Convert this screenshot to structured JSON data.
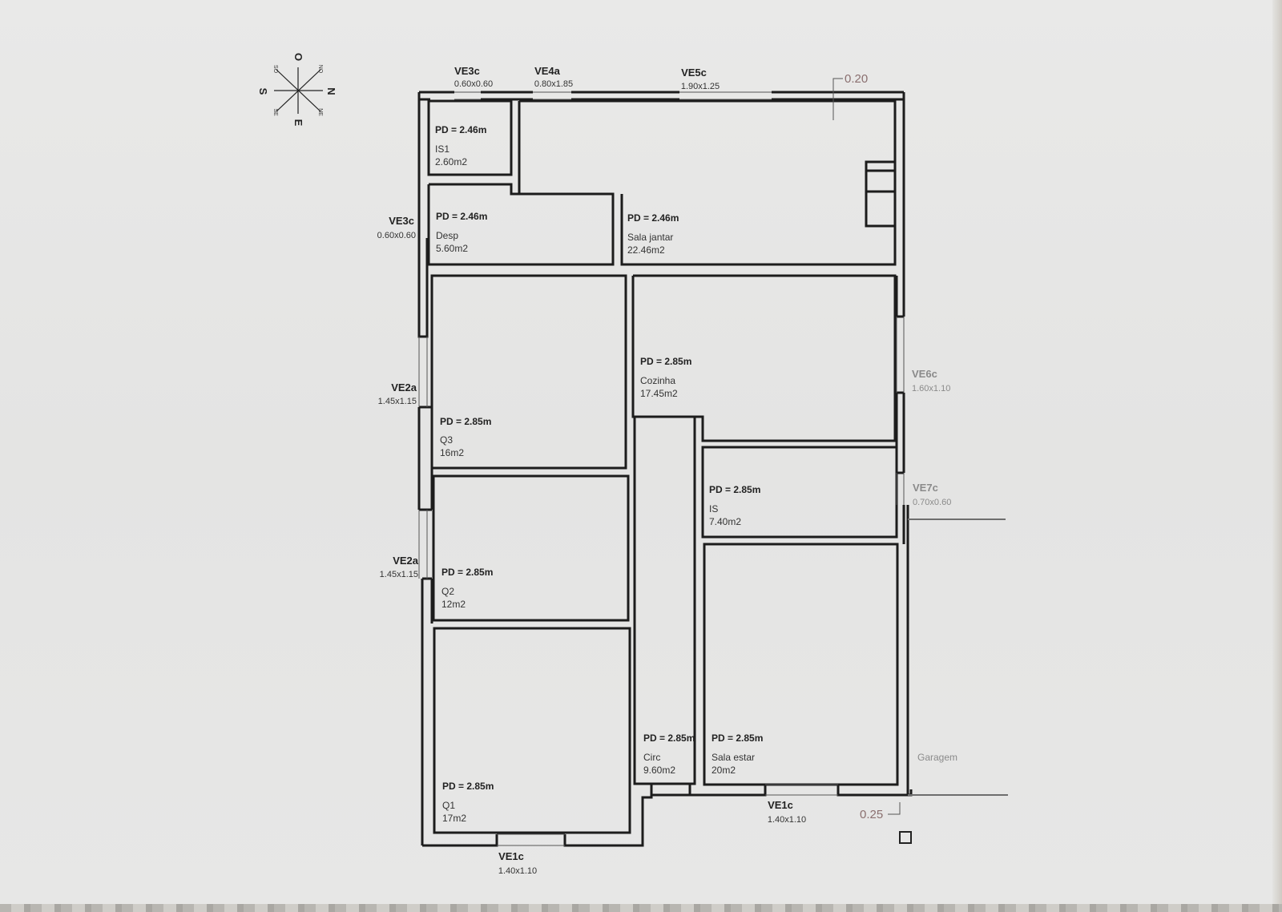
{
  "compass": {
    "n": "N",
    "s": "S",
    "e": "E",
    "o": "O",
    "ne": "NE",
    "no": "NO",
    "se": "SE",
    "so": "SO"
  },
  "dimensions": {
    "top": "0.20",
    "bottom": "0.25"
  },
  "rooms": {
    "is1": {
      "pd": "PD = 2.46m",
      "name": "IS1",
      "area": "2.60m2"
    },
    "desp": {
      "pd": "PD = 2.46m",
      "name": "Desp",
      "area": "5.60m2"
    },
    "sala_jantar": {
      "pd": "PD = 2.46m",
      "name": "Sala jantar",
      "area": "22.46m2"
    },
    "cozinha": {
      "pd": "PD = 2.85m",
      "name": "Cozinha",
      "area": "17.45m2"
    },
    "q3": {
      "pd": "PD = 2.85m",
      "name": "Q3",
      "area": "16m2"
    },
    "is": {
      "pd": "PD = 2.85m",
      "name": "IS",
      "area": "7.40m2"
    },
    "q2": {
      "pd": "PD = 2.85m",
      "name": "Q2",
      "area": "12m2"
    },
    "circ": {
      "pd": "PD = 2.85m",
      "name": "Circ",
      "area": "9.60m2"
    },
    "sala_estar": {
      "pd": "PD = 2.85m",
      "name": "Sala estar",
      "area": "20m2"
    },
    "q1": {
      "pd": "PD = 2.85m",
      "name": "Q1",
      "area": "17m2"
    },
    "garagem": {
      "name": "Garagem"
    }
  },
  "windows": {
    "ve3c_top": {
      "code": "VE3c",
      "size": "0.60x0.60"
    },
    "ve4a": {
      "code": "VE4a",
      "size": "0.80x1.85"
    },
    "ve5c": {
      "code": "VE5c",
      "size": "1.90x1.25"
    },
    "ve3c_left": {
      "code": "VE3c",
      "size": "0.60x0.60"
    },
    "ve2a_upper": {
      "code": "VE2a",
      "size": "1.45x1.15"
    },
    "ve2a_lower": {
      "code": "VE2a",
      "size": "1.45x1.15"
    },
    "ve6c": {
      "code": "VE6c",
      "size": "1.60x1.10"
    },
    "ve7c": {
      "code": "VE7c",
      "size": "0.70x0.60"
    },
    "ve1c_right": {
      "code": "VE1c",
      "size": "1.40x1.10"
    },
    "ve1c_left": {
      "code": "VE1c",
      "size": "1.40x1.10"
    }
  }
}
